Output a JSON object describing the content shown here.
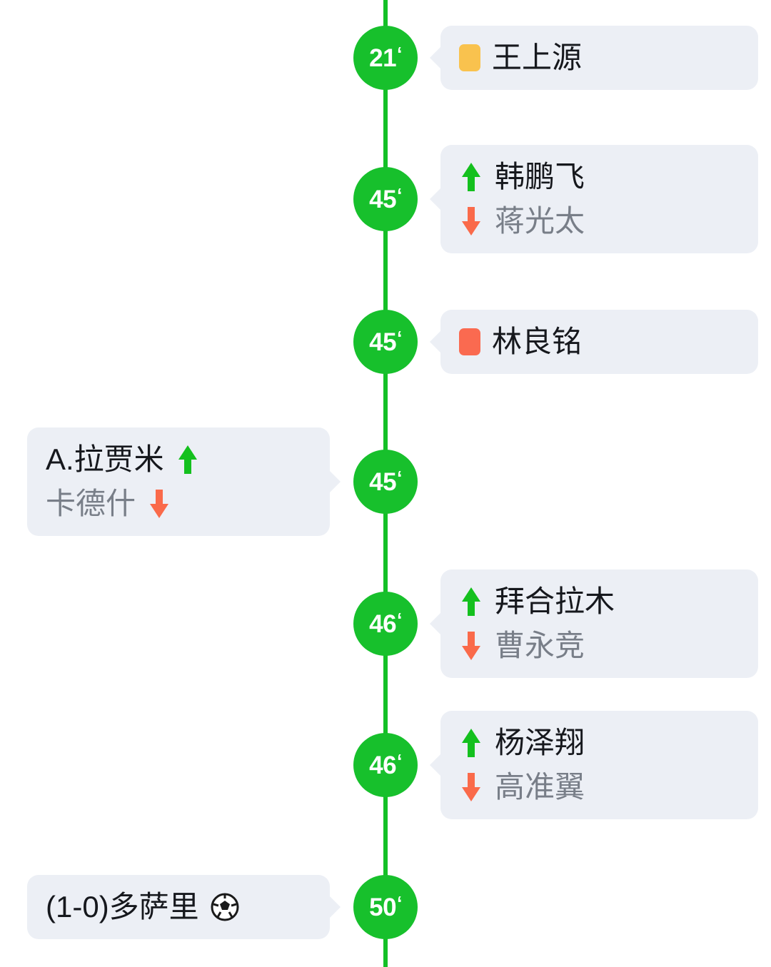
{
  "theme": {
    "spine_color": "#14c026",
    "minute_circle_color": "#17c02c",
    "card_background": "#eceff5",
    "yellow_card_color": "#f9c24e",
    "red_card_color": "#fa6a50",
    "sub_in_color": "#14c01e",
    "sub_out_color": "#fa6a4a",
    "player_in_text_color": "#16181d",
    "player_out_text_color": "#787e88"
  },
  "minute_suffix": "‘",
  "events": [
    {
      "id": "event-21-yellow-card",
      "minute": "21",
      "side": "right",
      "type": "card",
      "lines": [
        {
          "icon": "yellow-card-icon",
          "text": "王上源",
          "style": "plain"
        }
      ]
    },
    {
      "id": "event-45-substitution-1",
      "minute": "45",
      "side": "right",
      "type": "substitution",
      "lines": [
        {
          "icon": "sub-in-arrow-icon",
          "text": "韩鹏飞",
          "style": "in"
        },
        {
          "icon": "sub-out-arrow-icon",
          "text": "蒋光太",
          "style": "out"
        }
      ]
    },
    {
      "id": "event-45-red-card",
      "minute": "45",
      "side": "right",
      "type": "card",
      "lines": [
        {
          "icon": "red-card-icon",
          "text": "林良铭",
          "style": "plain"
        }
      ]
    },
    {
      "id": "event-45-substitution-2",
      "minute": "45",
      "side": "left",
      "type": "substitution",
      "lines": [
        {
          "icon": "sub-in-arrow-icon",
          "text": "A.拉贾米",
          "style": "in"
        },
        {
          "icon": "sub-out-arrow-icon",
          "text": "卡德什",
          "style": "out"
        }
      ]
    },
    {
      "id": "event-46-substitution-1",
      "minute": "46",
      "side": "right",
      "type": "substitution",
      "lines": [
        {
          "icon": "sub-in-arrow-icon",
          "text": "拜合拉木",
          "style": "in"
        },
        {
          "icon": "sub-out-arrow-icon",
          "text": "曹永竞",
          "style": "out"
        }
      ]
    },
    {
      "id": "event-46-substitution-2",
      "minute": "46",
      "side": "right",
      "type": "substitution",
      "lines": [
        {
          "icon": "sub-in-arrow-icon",
          "text": "杨泽翔",
          "style": "in"
        },
        {
          "icon": "sub-out-arrow-icon",
          "text": "高准翼",
          "style": "out"
        }
      ]
    },
    {
      "id": "event-50-goal",
      "minute": "50",
      "side": "left",
      "type": "goal",
      "lines": [
        {
          "icon": "soccer-ball-icon",
          "text": "(1-0)多萨里",
          "style": "plain"
        }
      ]
    }
  ]
}
